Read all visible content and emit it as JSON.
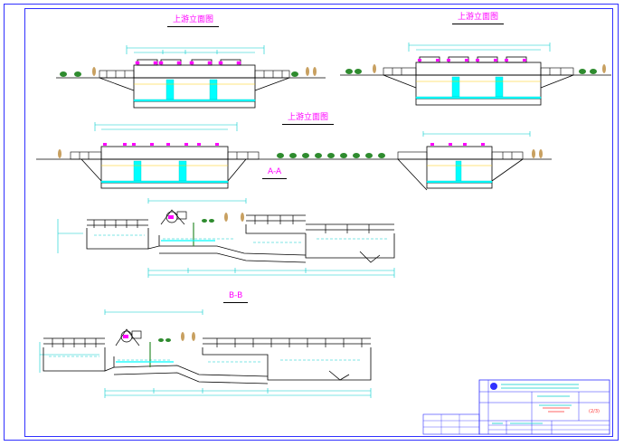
{
  "drawing": {
    "views": {
      "elevation_1": {
        "title": "上游立面图"
      },
      "elevation_2": {
        "title": "上游立面图"
      },
      "elevation_3": {
        "title": "上游立面图"
      },
      "section_a": {
        "title": "A-A"
      },
      "section_b": {
        "title": "B-B"
      }
    },
    "title_block": {
      "drawing_no": "(2/3)"
    }
  },
  "colors": {
    "frame": "#3030ff",
    "dimension": "#00cccc",
    "structure": "#000000",
    "gate_label": "#ff00ff",
    "water": "#00ffff",
    "tree": "#2e8b2e",
    "shrub": "#c8a060",
    "title_red": "#ff3030"
  }
}
